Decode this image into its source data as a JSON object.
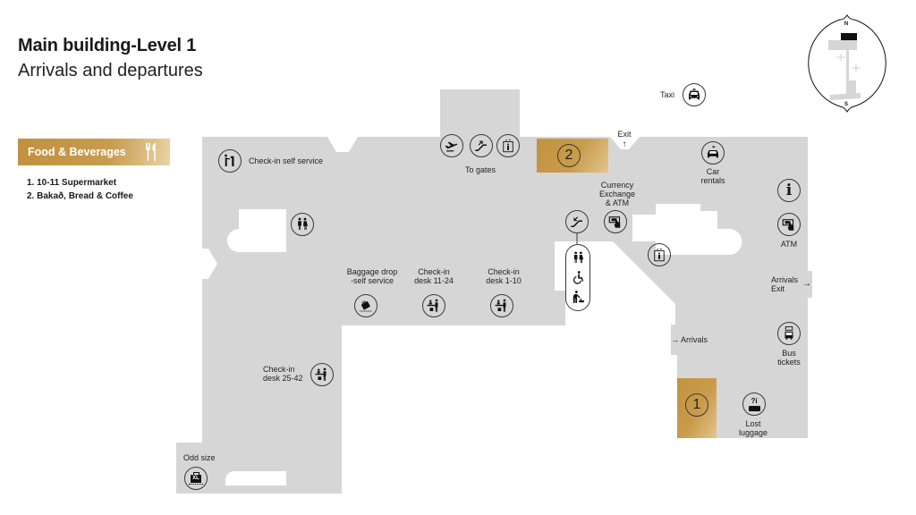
{
  "header": {
    "title": "Main building-Level 1",
    "subtitle": "Arrivals and departures"
  },
  "legend": {
    "category": "Food & Beverages",
    "category_icon": "fork-knife-icon",
    "items": [
      {
        "number": "1",
        "label": "1. 10-11 Supermarket"
      },
      {
        "number": "2",
        "label": "2. Bakað, Bread & Coffee"
      }
    ]
  },
  "compass": {
    "north": "N",
    "south": "S"
  },
  "map": {
    "shops": {
      "one": "1",
      "two": "2"
    },
    "labels": {
      "checkin_self_service": "Check-in self service",
      "to_gates": "To gates",
      "exit": "Exit",
      "exit_arrow": "↑",
      "taxi": "Taxi",
      "car_rentals": "Car\nrentals",
      "currency_exchange": "Currency\nExchange\n& ATM",
      "atm": "ATM",
      "arrivals_exit": "Arrivals\nExit",
      "arrivals_exit_arrow": "→",
      "arrivals": "→ Arrivals",
      "bus_tickets": "Bus\ntickets",
      "lost_luggage": "Lost\nluggage",
      "baggage_drop": "Baggage drop\n-self service",
      "checkin_11_24": "Check-in\ndesk 11-24",
      "checkin_1_10": "Check-in\ndesk 1-10",
      "checkin_25_42": "Check-in\ndesk 25-42",
      "odd_size": "Odd size",
      "odd_size_badge": "XL",
      "info_glyph": "i",
      "lost_luggage_glyph": "?i"
    },
    "icons": [
      "self-check-in-kiosk-icon",
      "restroom-icon",
      "plane-departure-icon",
      "escalator-up-icon",
      "elevator-icon",
      "taxi-icon",
      "car-rental-icon",
      "information-icon",
      "atm-icon",
      "currency-exchange-icon",
      "escalator-down-icon",
      "wheelchair-icon",
      "baby-changing-icon",
      "baggage-drop-icon",
      "check-in-desk-icon",
      "odd-size-baggage-icon",
      "bus-tickets-icon",
      "lost-luggage-icon"
    ]
  },
  "colors": {
    "floor": "#d6d6d6",
    "gold": "#c2923d",
    "gold_light": "#e2c58f",
    "text": "#1a1a1a",
    "outline": "#3a3a3a"
  }
}
